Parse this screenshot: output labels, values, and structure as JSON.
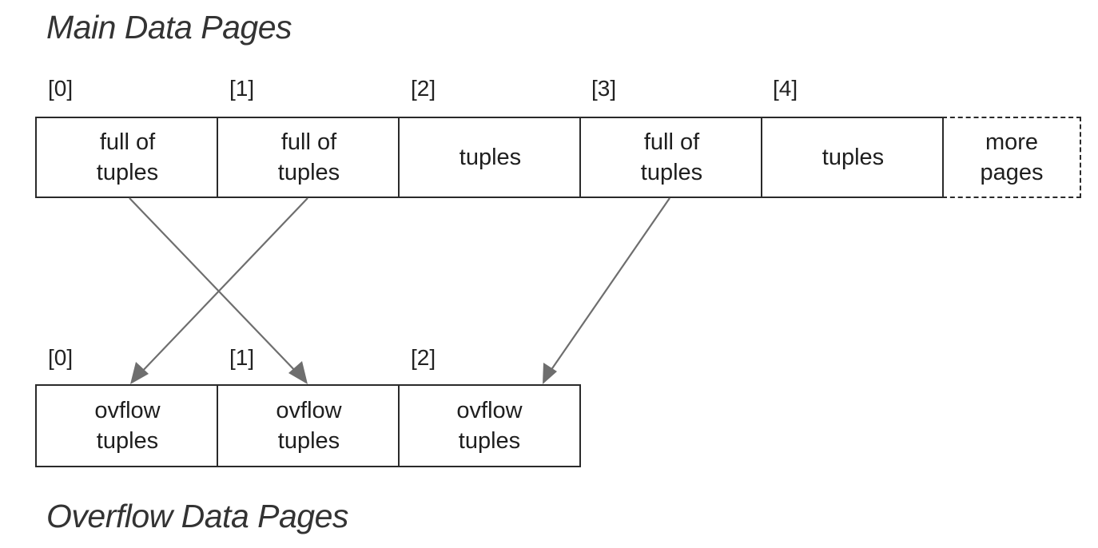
{
  "titles": {
    "main": "Main Data Pages",
    "overflow": "Overflow Data Pages"
  },
  "main_pages": [
    {
      "index": "[0]",
      "line1": "full of",
      "line2": "tuples"
    },
    {
      "index": "[1]",
      "line1": "full of",
      "line2": "tuples"
    },
    {
      "index": "[2]",
      "line1": "tuples",
      "line2": ""
    },
    {
      "index": "[3]",
      "line1": "full of",
      "line2": "tuples"
    },
    {
      "index": "[4]",
      "line1": "tuples",
      "line2": ""
    },
    {
      "index": "",
      "line1": "more",
      "line2": "pages"
    }
  ],
  "overflow_pages": [
    {
      "index": "[0]",
      "line1": "ovflow",
      "line2": "tuples"
    },
    {
      "index": "[1]",
      "line1": "ovflow",
      "line2": "tuples"
    },
    {
      "index": "[2]",
      "line1": "ovflow",
      "line2": "tuples"
    }
  ],
  "links": [
    {
      "from_main": 0,
      "to_overflow": 1
    },
    {
      "from_main": 1,
      "to_overflow": 0
    },
    {
      "from_main": 3,
      "to_overflow": 2
    }
  ],
  "colors": {
    "border": "#2a2a2a",
    "arrow": "#6e6e6e",
    "text": "#1e1e1e"
  }
}
